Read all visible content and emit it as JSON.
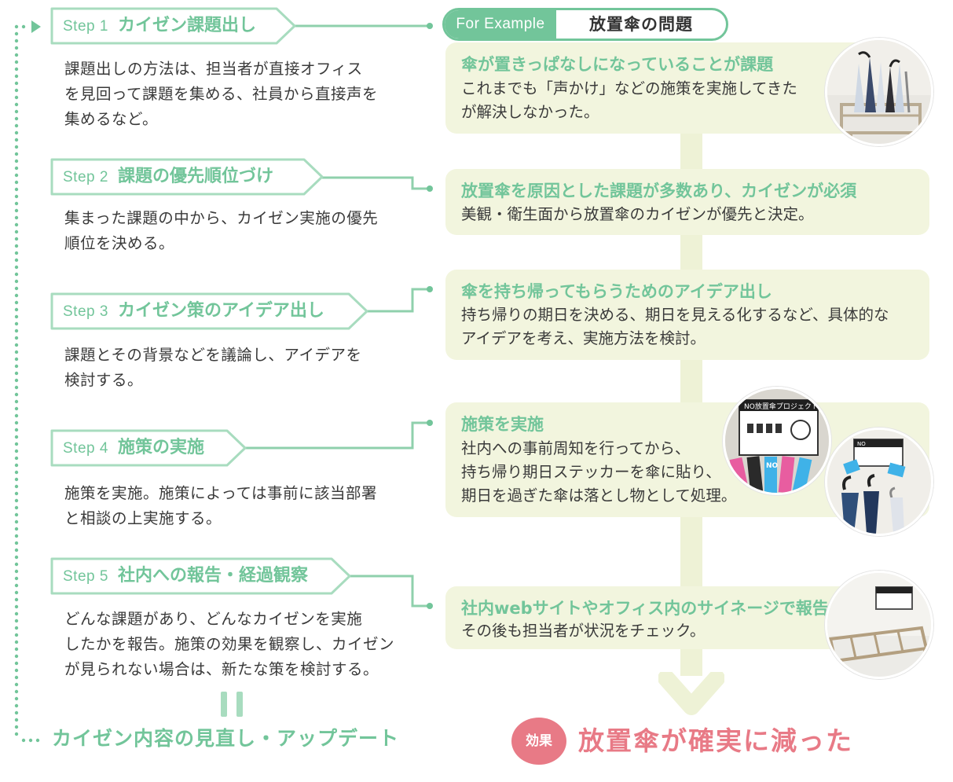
{
  "colors": {
    "accent": "#72c59a",
    "box_bg": "#f2f5de",
    "spine": "#eef2d6",
    "effect": "#e87a86",
    "text": "#333333"
  },
  "steps": [
    {
      "num": "Step 1",
      "title": "カイゼン課題出し",
      "desc_lines": [
        "課題出しの方法は、担当者が直接オフィス",
        "を見回って課題を集める、社員から直接声を",
        "集めるなど。"
      ]
    },
    {
      "num": "Step 2",
      "title": "課題の優先順位づけ",
      "desc_lines": [
        "集まった課題の中から、カイゼン実施の優先",
        "順位を決める。"
      ]
    },
    {
      "num": "Step 3",
      "title": "カイゼン策のアイデア出し",
      "desc_lines": [
        "課題とその背景などを議論し、アイデアを",
        "検討する。"
      ]
    },
    {
      "num": "Step 4",
      "title": "施策の実施",
      "desc_lines": [
        "施策を実施。施策によっては事前に該当部署",
        "と相談の上実施する。"
      ]
    },
    {
      "num": "Step 5",
      "title": "社内への報告・経過観察",
      "desc_lines": [
        "どんな課題があり、どんなカイゼンを実施",
        "したかを報告。施策の効果を観察し、カイゼン",
        "が見られない場合は、新たな策を検討する。"
      ]
    }
  ],
  "example": {
    "label": "For Example",
    "title": "放置傘の問題",
    "boxes": [
      {
        "title": "傘が置きっぱなしになっていることが課題",
        "lines": [
          "これまでも「声かけ」などの施策を実施してきた",
          "が解決しなかった。"
        ]
      },
      {
        "title": "放置傘を原因とした課題が多数あり、カイゼンが必須",
        "lines": [
          "美観・衛生面から放置傘のカイゼンが優先と決定。"
        ]
      },
      {
        "title": "傘を持ち帰ってもらうためのアイデア出し",
        "lines": [
          "持ち帰りの期日を決める、期日を見える化するなど、具体的な",
          "アイデアを考え、実施方法を検討。"
        ]
      },
      {
        "title": "施策を実施",
        "lines": [
          "社内への事前周知を行ってから、",
          "持ち帰り期日ステッカーを傘に貼り、",
          "期日を過ぎた傘は落とし物として処理。"
        ]
      },
      {
        "title": "社内webサイトやオフィス内のサイネージで報告",
        "lines": [
          "その後も担当者が状況をチェック。"
        ]
      }
    ]
  },
  "photos": {
    "poster_title": "NO放置傘プロジェクト",
    "poster_badge": "NO",
    "sticker_text": "NO"
  },
  "footer": {
    "loop_text": "カイゼン内容の見直し・アップデート",
    "equals": "=",
    "effect_label": "効果",
    "effect_text": "放置傘が確実に減った"
  }
}
